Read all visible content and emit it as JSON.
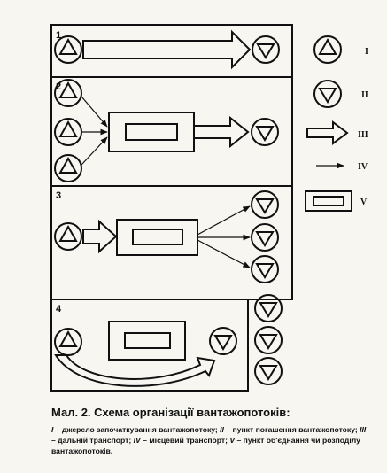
{
  "diagram": {
    "panels": [
      {
        "number": "1"
      },
      {
        "number": "2"
      },
      {
        "number": "3"
      },
      {
        "number": "4"
      }
    ],
    "legend": [
      {
        "roman": "I",
        "icon": "source-triangle-up-icon"
      },
      {
        "roman": "II",
        "icon": "destination-triangle-down-icon"
      },
      {
        "roman": "III",
        "icon": "hollow-arrow-icon"
      },
      {
        "roman": "IV",
        "icon": "thin-arrow-icon"
      },
      {
        "roman": "V",
        "icon": "hub-rectangle-icon"
      }
    ]
  },
  "caption": {
    "title": "Мал. 2. Схема організації вантажопотоків:",
    "items": [
      {
        "roman": "I",
        "text": " – джерело започаткування вантажопотоку; "
      },
      {
        "roman": "II",
        "text": " – пункт погашення вантажопотоку; "
      },
      {
        "roman": "III",
        "text": " – дальній транспорт; "
      },
      {
        "roman": "IV",
        "text": " – місцевий транспорт; "
      },
      {
        "roman": "V",
        "text": " – пункт об'єднання чи розподілу вантажопотоків."
      }
    ]
  }
}
